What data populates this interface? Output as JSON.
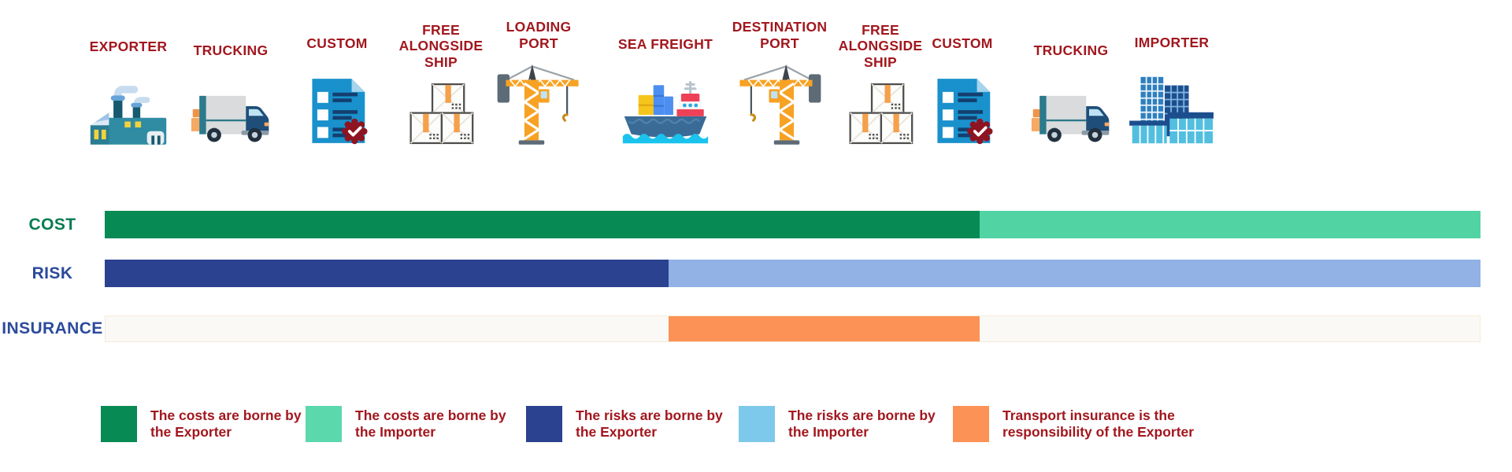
{
  "colors": {
    "stage_label_maroon": "#A2171E",
    "cost_label_green": "#097B51",
    "risk_label_blue": "#2B4A9B",
    "insurance_label_blue": "#2B4A9B",
    "cost_exporter_green": "#078A54",
    "cost_importer_green": "#52D3A4",
    "risk_exporter_blue": "#2A4290",
    "risk_importer_blue": "#92B1E4",
    "insurance_orange": "#FC9256",
    "insurance_track": "#FBF9F5"
  },
  "stages": [
    {
      "label": "EXPORTER",
      "icon": "factory"
    },
    {
      "label": "TRUCKING",
      "icon": "truck"
    },
    {
      "label": "CUSTOM",
      "icon": "customs-document"
    },
    {
      "label": "FREE ALONGSIDE SHIP",
      "icon": "crates"
    },
    {
      "label": "LOADING PORT",
      "icon": "crane-right"
    },
    {
      "label": "SEA FREIGHT",
      "icon": "cargo-ship"
    },
    {
      "label": "DESTINATION PORT",
      "icon": "crane-left"
    },
    {
      "label": "FREE ALONGSIDE SHIP",
      "icon": "crates"
    },
    {
      "label": "CUSTOM",
      "icon": "customs-document"
    },
    {
      "label": "TRUCKING",
      "icon": "truck"
    },
    {
      "label": "IMPORTER",
      "icon": "city-building"
    }
  ],
  "bars": {
    "cost": {
      "label": "COST",
      "label_color": "#097B51",
      "segments": [
        {
          "name": "borne by exporter",
          "color": "#078A54",
          "width_pct": 63.6
        },
        {
          "name": "borne by importer",
          "color": "#52D3A4",
          "width_pct": 36.4
        }
      ]
    },
    "risk": {
      "label": "RISK",
      "label_color": "#2B4A9B",
      "segments": [
        {
          "name": "borne by exporter",
          "color": "#2A4290",
          "width_pct": 41.0
        },
        {
          "name": "borne by importer",
          "color": "#92B1E4",
          "width_pct": 59.0
        }
      ]
    },
    "insurance": {
      "label": "INSURANCE",
      "label_color": "#2B4A9B",
      "track_color": "#FBF9F5",
      "segment": {
        "name": "exporter insurance coverage",
        "color": "#FC9256",
        "left_pct": 41.0,
        "width_pct": 22.6
      }
    }
  },
  "legend": [
    {
      "color": "#078A54",
      "text": "The costs are borne by the Exporter"
    },
    {
      "color": "#5BD8AC",
      "text": "The costs are borne by the Importer"
    },
    {
      "color": "#2A4290",
      "text": "The risks are borne by the Exporter"
    },
    {
      "color": "#7DC9EB",
      "text": "The risks are borne by the Importer"
    },
    {
      "color": "#FC9256",
      "text": "Transport insurance is the responsibility of the Exporter"
    }
  ]
}
